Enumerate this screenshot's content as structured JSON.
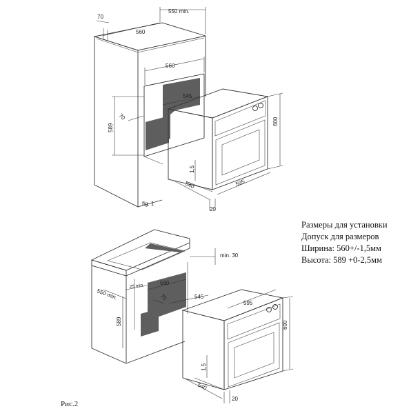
{
  "figure1": {
    "label": "fig. 1",
    "dims": {
      "d70": "70",
      "d550": "550 min.",
      "d560_top": "560",
      "d560_open": "560",
      "d545": "545",
      "d589": "589",
      "d70_inner": "70",
      "d600": "600",
      "d15": "1,5",
      "d540": "540",
      "d595": "595",
      "d20": "20"
    }
  },
  "figure2": {
    "label": "Рис.2",
    "dims": {
      "dmin30": "min. 30",
      "d25": "25 min.",
      "d550": "550 min.",
      "d560": "560",
      "d70": "70",
      "d545": "545",
      "d595": "595",
      "d589": "589",
      "d600": "600",
      "d15": "1,5",
      "d540": "540",
      "d20": "20"
    }
  },
  "notes": {
    "line1": "Размеры для установки",
    "line2": "Допуск для размеров",
    "line3": "Ширина: 560+/-1,5мм",
    "line4": "Высота: 589 +0-2,5мм"
  }
}
